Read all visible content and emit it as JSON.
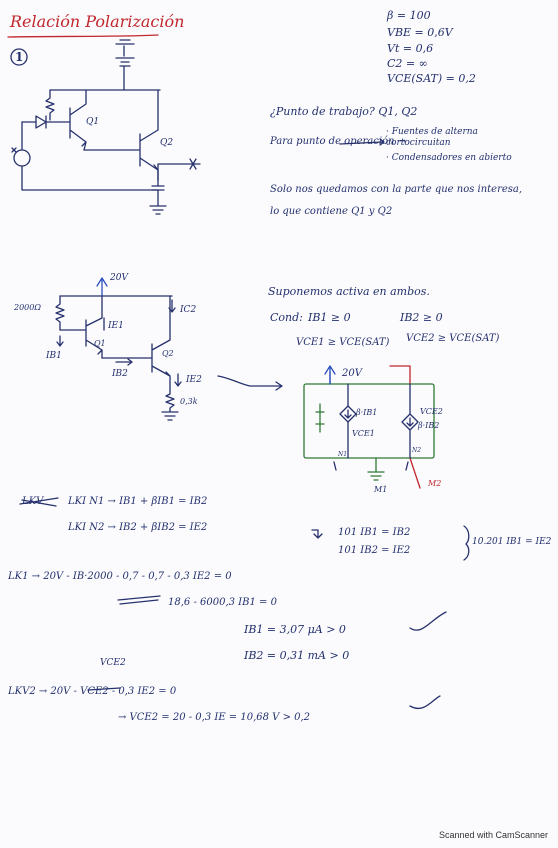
{
  "title": "Relación Polarización",
  "problem_number": "1",
  "params": [
    "β = 100",
    "VBE = 0,6V",
    "Vt = 0,6",
    "C2 = ∞",
    "VCE(SAT) = 0,2"
  ],
  "circuit1": {
    "q1": "Q1",
    "q2": "Q2"
  },
  "question": {
    "line1": "¿Punto de trabajo? Q1, Q2",
    "line2": "Para punto de operación →",
    "bullet1": "· Fuentes de alterna cortocircuitan",
    "bullet2": "· Condensadores en abierto",
    "line3": "Solo nos quedamos con la parte que nos interesa,",
    "line4": "lo que contiene Q1 y Q2"
  },
  "circuit2": {
    "vsource": "20V",
    "resistor": "2000Ω",
    "ib1": "IB1",
    "ie1": "IE1",
    "q1": "Q1",
    "q2": "Q2",
    "ic2": "IC2",
    "ib2": "IB2",
    "ie2": "IE2",
    "re": "0,3k"
  },
  "assumptions": {
    "line1": "Suponemos activa en ambos.",
    "cond_label": "Cond:",
    "c1": "IB1 ≥ 0",
    "c2": "IB2 ≥ 0",
    "c3": "VCE1 ≥ VCE(SAT)",
    "c4": "VCE2 ≥ VCE(SAT)"
  },
  "circuit3": {
    "vsource": "20V",
    "src1": "β·IB1",
    "src2": "β·IB2",
    "vce1": "VCE1",
    "vce2": "VCE2",
    "m1": "M1",
    "m2": "M2",
    "n1": "N1",
    "n2": "N2"
  },
  "equations": {
    "lkv_label": "LKV",
    "lki_n1": "LKI N1 → IB1 + βIB1 = IB2",
    "lki_n2": "LKI N2 → IB2 + βIB2 = IE2",
    "res1": "101 IB1 = IB2",
    "res2": "101 IB2 = IE2",
    "res_combined": "10.201 IB1 = IE2",
    "lkm1": "LK1 → 20V - IB·2000 - 0,7 - 0,7 - 0,3 IE2 = 0",
    "lkm1b": "18,6 - 6000,3 IB1 = 0",
    "ib1_val": "IB1 = 3,07 μA > 0",
    "ib2_val": "IB2 = 0,31 mA > 0",
    "vce2_head": "VCE2",
    "lkv2": "LKV2 → 20V - VCE2 - 0,3 IE2 = 0",
    "vce2_val": "→ VCE2 = 20 - 0,3 IE = 10,68 V > 0,2"
  },
  "footer": "Scanned with CamScanner"
}
